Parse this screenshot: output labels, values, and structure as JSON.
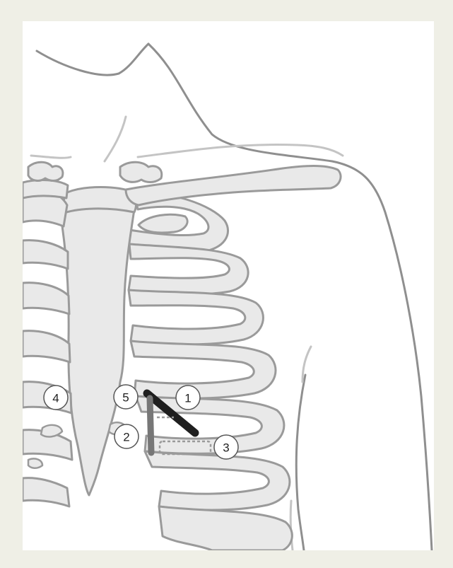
{
  "figure": {
    "background_color": "#efefe6",
    "bone_fill": "#e9e9e9",
    "bone_outline": "#9a9a9a",
    "skin_outline": "#8f8f8f",
    "faint_outline": "#c4c4c4"
  },
  "markers": [
    {
      "id": "marker-1",
      "label": "1"
    },
    {
      "id": "marker-2",
      "label": "2"
    },
    {
      "id": "marker-3",
      "label": "3"
    },
    {
      "id": "marker-4",
      "label": "4"
    },
    {
      "id": "marker-5",
      "label": "5"
    }
  ],
  "leads": {
    "lead_1": {
      "color": "#1f1f1f",
      "style": "solid-thick"
    },
    "lead_2": {
      "color": "#777777",
      "style": "solid-thick"
    },
    "lead_3": {
      "color": "#9a9a9a",
      "style": "dashed"
    }
  }
}
